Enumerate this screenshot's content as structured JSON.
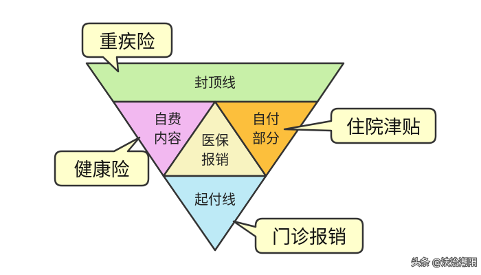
{
  "diagram": {
    "segments": {
      "top_band": {
        "label": "封顶线",
        "color": "#c8f0a8"
      },
      "left": {
        "line1": "自费",
        "line2": "内容",
        "color": "#f2b8f0"
      },
      "center": {
        "line1": "医保",
        "line2": "报销",
        "color": "#f8f3c0"
      },
      "right": {
        "line1": "自付",
        "line2": "部分",
        "color": "#fcbf3c"
      },
      "bottom": {
        "label": "起付线",
        "color": "#bdeaf6"
      }
    },
    "callouts": {
      "critical_illness": "重疾险",
      "health_insurance": "健康险",
      "hospital_allowance": "住院津贴",
      "outpatient": "门诊报销",
      "fill_color": "#ffffcc"
    }
  },
  "watermark": "头条 @法治潮阳"
}
